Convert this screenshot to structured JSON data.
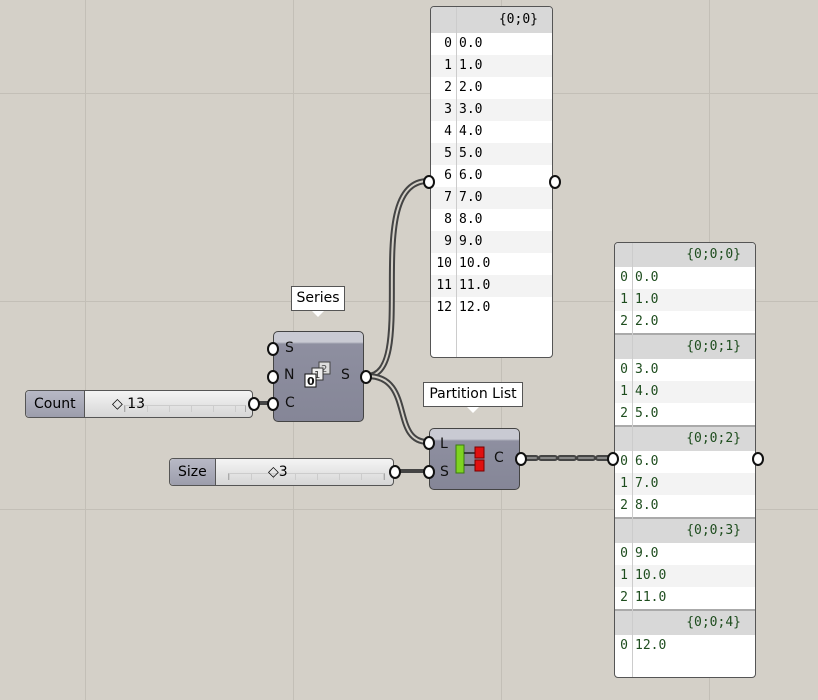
{
  "panel1": {
    "header": "{0;0}",
    "rows": [
      [
        "0",
        "0.0"
      ],
      [
        "1",
        "1.0"
      ],
      [
        "2",
        "2.0"
      ],
      [
        "3",
        "3.0"
      ],
      [
        "4",
        "4.0"
      ],
      [
        "5",
        "5.0"
      ],
      [
        "6",
        "6.0"
      ],
      [
        "7",
        "7.0"
      ],
      [
        "8",
        "8.0"
      ],
      [
        "9",
        "9.0"
      ],
      [
        "10",
        "10.0"
      ],
      [
        "11",
        "11.0"
      ],
      [
        "12",
        "12.0"
      ]
    ]
  },
  "panel2": {
    "groups": [
      {
        "header": "{0;0;0}",
        "rows": [
          [
            "0",
            "0.0"
          ],
          [
            "1",
            "1.0"
          ],
          [
            "2",
            "2.0"
          ]
        ]
      },
      {
        "header": "{0;0;1}",
        "rows": [
          [
            "0",
            "3.0"
          ],
          [
            "1",
            "4.0"
          ],
          [
            "2",
            "5.0"
          ]
        ]
      },
      {
        "header": "{0;0;2}",
        "rows": [
          [
            "0",
            "6.0"
          ],
          [
            "1",
            "7.0"
          ],
          [
            "2",
            "8.0"
          ]
        ]
      },
      {
        "header": "{0;0;3}",
        "rows": [
          [
            "0",
            "9.0"
          ],
          [
            "1",
            "10.0"
          ],
          [
            "2",
            "11.0"
          ]
        ]
      },
      {
        "header": "{0;0;4}",
        "rows": [
          [
            "0",
            "12.0"
          ]
        ]
      }
    ]
  },
  "series": {
    "tooltip": "Series",
    "inputs": [
      "S",
      "N",
      "C"
    ],
    "output": "S",
    "icon": "series-icon"
  },
  "partition": {
    "tooltip": "Partition List",
    "inputs": [
      "L",
      "S"
    ],
    "output": "C",
    "icon": "partition-icon"
  },
  "count_slider": {
    "name": "Count",
    "value": "13",
    "fraction": 0.08
  },
  "size_slider": {
    "name": "Size",
    "value": "3",
    "fraction": 0.45
  },
  "colors": {
    "canvas": "#d4d0c8",
    "panel_text": "#1e4d1e",
    "component": "#8e8fa0"
  }
}
